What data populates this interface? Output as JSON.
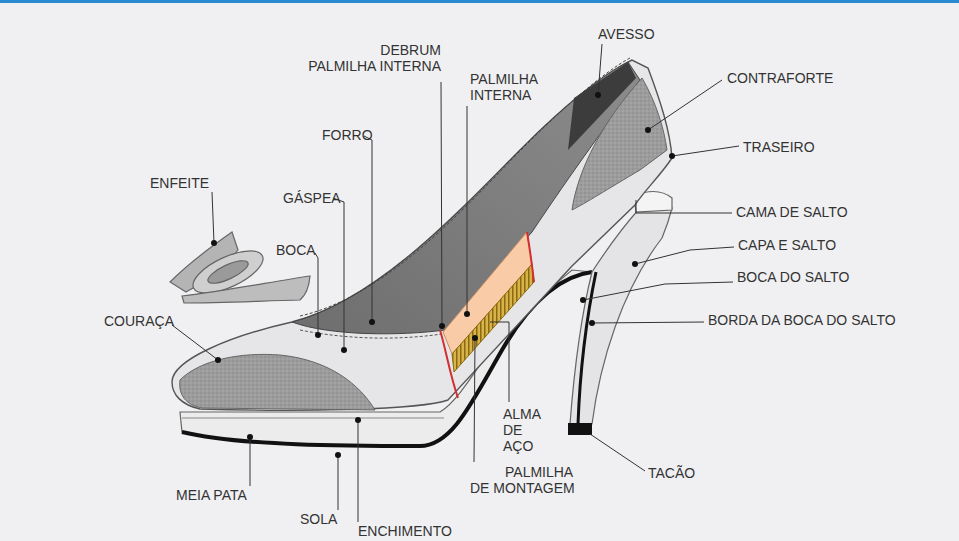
{
  "diagram": {
    "labels": [
      "AVESSO",
      "DEBRUM PALMILHA INTERNA",
      "PALMILHA INTERNA",
      "CONTRAFORTE",
      "FORRO",
      "TRASEIRO",
      "ENFEITE",
      "GÁSPEA",
      "CAMA DE SALTO",
      "CAPA E SALTO",
      "BOCA",
      "BOCA DO SALTO",
      "COURAÇA",
      "BORDA DA BOCA DO SALTO",
      "ALMA DE AÇO",
      "PALMILHA DE MONTAGEM",
      "TACÃO",
      "MEIA PATA",
      "SOLA",
      "ENCHIMENTO"
    ]
  }
}
